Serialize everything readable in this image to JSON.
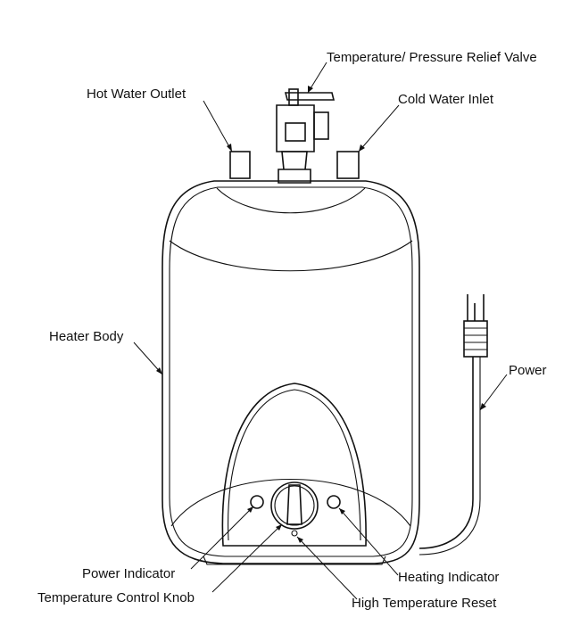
{
  "labels": {
    "relief_valve": "Temperature/ Pressure Relief Valve",
    "hot_outlet": "Hot Water Outlet",
    "cold_inlet": "Cold Water Inlet",
    "heater_body": "Heater Body",
    "power": "Power",
    "power_indicator": "Power Indicator",
    "heating_indicator": "Heating Indicator",
    "temp_knob": "Temperature Control Knob",
    "high_temp_reset": "High Temperature Reset"
  }
}
